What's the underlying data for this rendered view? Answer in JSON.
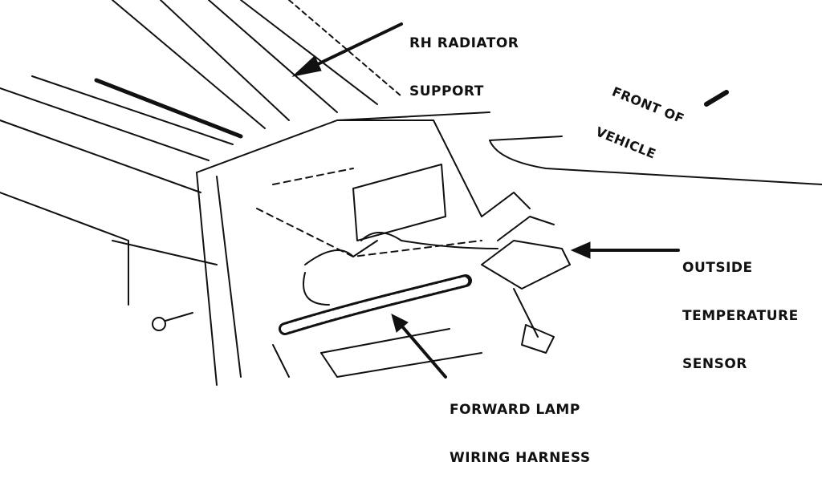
{
  "labels": {
    "rh_radiator_support": [
      "RH RADIATOR",
      "SUPPORT"
    ],
    "front_of_vehicle": [
      "FRONT OF",
      "VEHICLE"
    ],
    "outside_temperature_sensor": [
      "OUTSIDE",
      "TEMPERATURE",
      "SENSOR"
    ],
    "forward_lamp_wiring_harness": [
      "FORWARD LAMP",
      "WIRING HARNESS"
    ]
  },
  "colors": {
    "ink": "#111111",
    "paper": "#ffffff"
  }
}
